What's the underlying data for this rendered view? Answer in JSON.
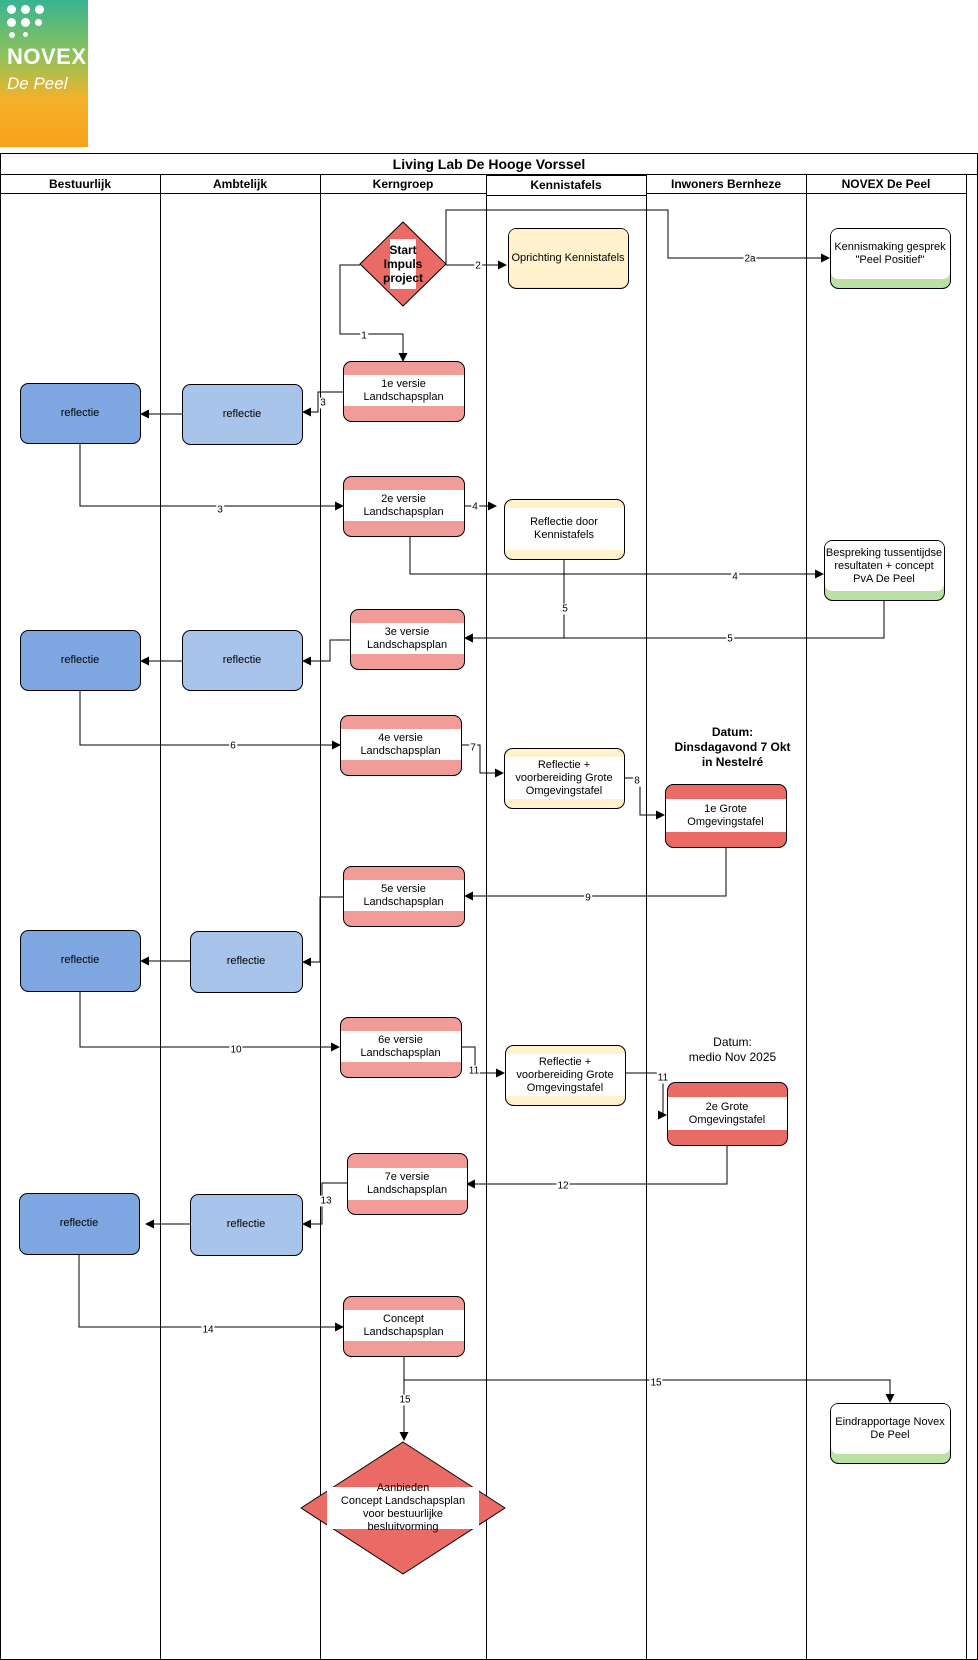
{
  "brand": {
    "name": "NOVEX",
    "sub": "De Peel"
  },
  "pool_title": "Living Lab De Hooge Vorssel",
  "lanes": [
    "Bestuurlijk",
    "Ambtelijk",
    "Kerngroep",
    "Kennistafels",
    "Inwoners Bernheze",
    "NOVEX De Peel"
  ],
  "colors": {
    "red": "#ea6b66",
    "red_light": "#f19c99",
    "yellow": "#fff2cc",
    "yellow_band": "#ffe599",
    "green": "#b9e0a5",
    "blue": "#7ea6e0",
    "blue_light": "#a9c4eb"
  },
  "nodes": {
    "start": "Start\nImpuls\nproject",
    "kennistafels_start": "Oprichting Kennistafels",
    "kennismaking": "Kennismaking gesprek\n\"Peel Positief\"",
    "v1": "1e versie\nLandschapsplan",
    "refl_a1": "reflectie",
    "refl_b1": "reflectie",
    "v2": "2e versie\nLandschapsplan",
    "kt_reflectie": "Reflectie door\nKennistafels",
    "bespreking": "Bespreking tussentijdse\nresultaten + concept\nPvA De Peel",
    "v3": "3e versie\nLandschapsplan",
    "refl_a2": "reflectie",
    "refl_b2": "reflectie",
    "v4": "4e versie\nLandschapsplan",
    "kt_voorb1": "Reflectie +\nvoorbereiding Grote\nOmgevingstafel",
    "grote1": "1e Grote\nOmgevingstafel",
    "v5": "5e versie\nLandschapsplan",
    "refl_a3": "reflectie",
    "refl_b3": "reflectie",
    "v6": "6e versie\nLandschapsplan",
    "kt_voorb2": "Reflectie +\nvoorbereiding Grote\nOmgevingstafel",
    "grote2": "2e Grote\nOmgevingstafel",
    "v7": "7e versie\nLandschapsplan",
    "refl_a4": "reflectie",
    "refl_b4": "reflectie",
    "concept": "Concept\nLandschapsplan",
    "eindrapport": "Eindrapportage Novex\nDe Peel",
    "aanbieden": "Aanbieden\nConcept Landschapsplan\nvoor bestuurlijke besluitvorming"
  },
  "annotations": {
    "datum1": "Datum:\nDinsdagavond 7 Okt\nin Nestelré",
    "datum2": "Datum:\nmedio Nov 2025"
  },
  "edge_labels": {
    "e1": "1",
    "e2": "2",
    "e2a": "2a",
    "e3a": "3",
    "e3b": "3",
    "e4a": "4",
    "e4b": "4",
    "e5a": "5",
    "e5b": "5",
    "e6": "6",
    "e7": "7",
    "e8": "8",
    "e9": "9",
    "e10": "10",
    "e11a": "11",
    "e11b": "11",
    "e12": "12",
    "e13": "13",
    "e14": "14",
    "e15a": "15",
    "e15b": "15"
  }
}
